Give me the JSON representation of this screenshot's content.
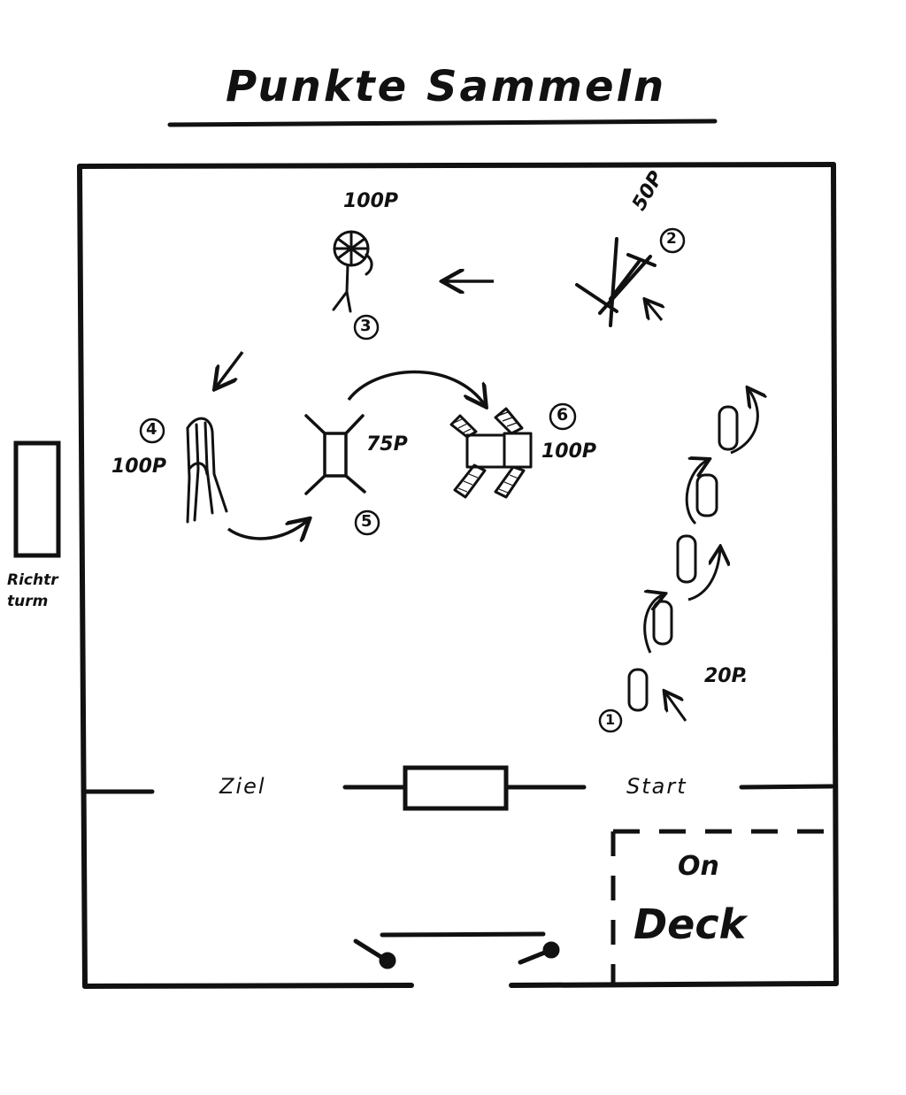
{
  "title": "Punkte Sammeln",
  "side_label": {
    "line1": "Richtr",
    "line2": "turm"
  },
  "lanes": {
    "finish": "Ziel",
    "start": "Start"
  },
  "on_deck": {
    "line1": "On",
    "line2": "Deck"
  },
  "stations": [
    {
      "number": "1",
      "points": "20P."
    },
    {
      "number": "2",
      "points": "50P"
    },
    {
      "number": "3",
      "points": "100P"
    },
    {
      "number": "4",
      "points": "100P"
    },
    {
      "number": "5",
      "points": "75P"
    },
    {
      "number": "6",
      "points": "100P"
    }
  ]
}
